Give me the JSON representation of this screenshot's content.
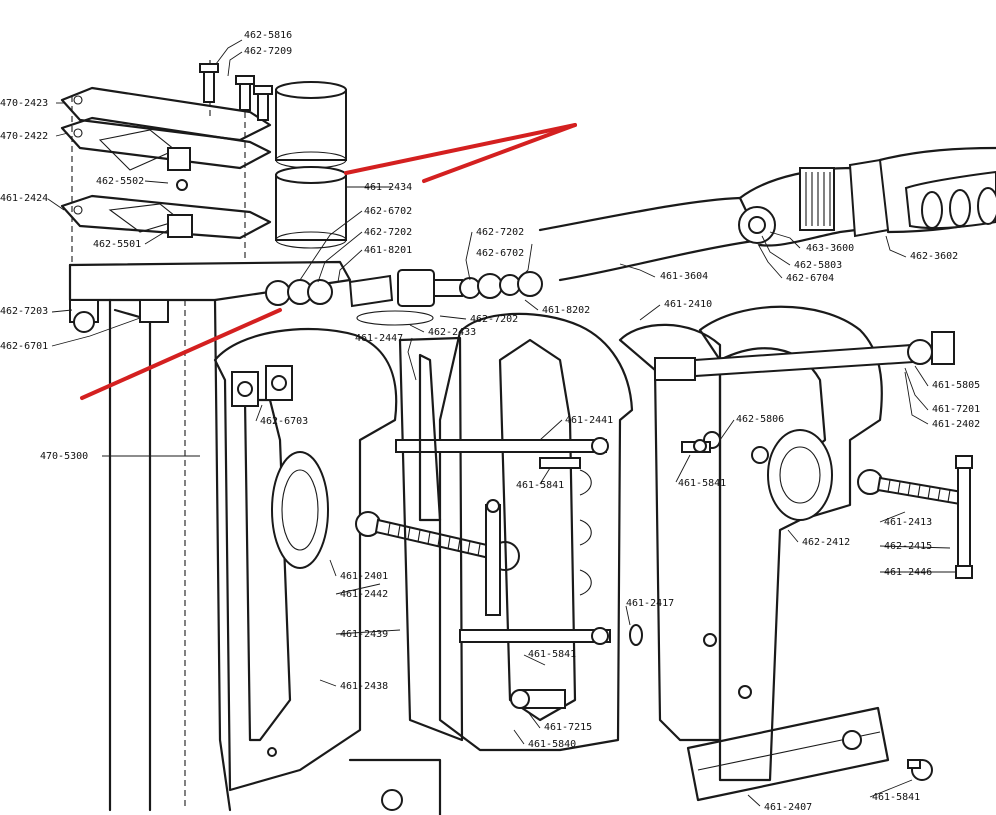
{
  "annotation_color": "#d42020",
  "labels": {
    "l1": "462-5816",
    "l2": "462-7209",
    "l3": "470-2423",
    "l4": "470-2422",
    "l5": "462-5502",
    "l6": "461-2424",
    "l7": "462-5501",
    "l8": "461-2434",
    "l9": "462-6702",
    "l10": "462-7202",
    "l11": "461-8201",
    "l12": "462-7202",
    "l13": "462-6702",
    "l14": "462-7203",
    "l15": "462-6701",
    "l16": "461-2447",
    "l17": "462-2433",
    "l18": "462-7202",
    "l19": "461-8202",
    "l20": "461-3604",
    "l21": "463-3600",
    "l22": "462-5803",
    "l23": "462-6704",
    "l24": "462-3602",
    "l25": "461-2410",
    "l26": "462-6703",
    "l27": "470-5300",
    "l28": "461-2441",
    "l29": "461-5841",
    "l30": "462-5806",
    "l31": "461-5841",
    "l32": "461-5805",
    "l33": "461-7201",
    "l34": "461-2402",
    "l35": "461-2413",
    "l36": "462-2412",
    "l37": "462-2415",
    "l38": "461-2446",
    "l39": "461-2401",
    "l40": "461-2442",
    "l41": "461-2417",
    "l42": "461-2439",
    "l43": "461-5841",
    "l44": "461-2438",
    "l45": "461-7215",
    "l46": "461-5840",
    "l47": "461-2407",
    "l48": "461-5841"
  }
}
